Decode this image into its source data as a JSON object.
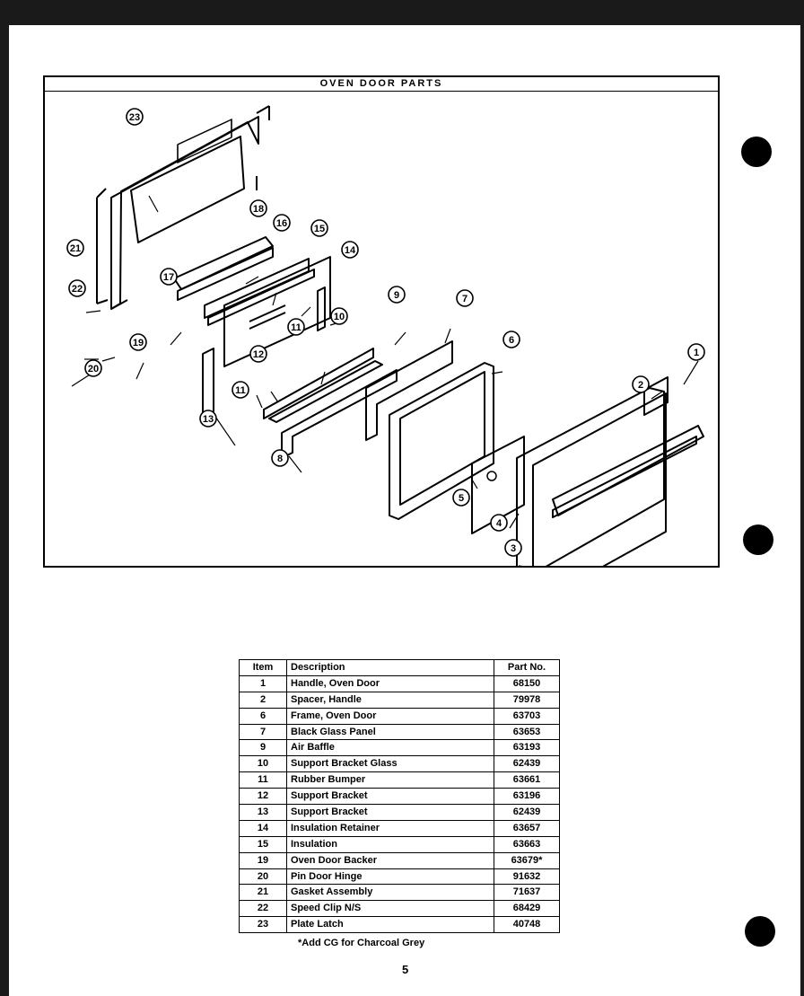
{
  "diagram": {
    "title": "OVEN DOOR PARTS",
    "callouts": [
      "23",
      "21",
      "22",
      "19",
      "17",
      "18",
      "16",
      "15",
      "14",
      "10",
      "11",
      "12",
      "13",
      "11",
      "9",
      "7",
      "6",
      "8",
      "5",
      "4",
      "3",
      "1",
      "2",
      "20"
    ]
  },
  "table": {
    "headers": {
      "item": "Item",
      "description": "Description",
      "part": "Part No."
    },
    "rows": [
      {
        "item": "1",
        "description": "Handle, Oven Door",
        "part": "68150"
      },
      {
        "item": "2",
        "description": "Spacer, Handle",
        "part": "79978"
      },
      {
        "item": "6",
        "description": "Frame, Oven Door",
        "part": "63703"
      },
      {
        "item": "7",
        "description": "Black Glass Panel",
        "part": "63653"
      },
      {
        "item": "9",
        "description": "Air Baffle",
        "part": "63193"
      },
      {
        "item": "10",
        "description": "Support Bracket Glass",
        "part": "62439"
      },
      {
        "item": "11",
        "description": "Rubber Bumper",
        "part": "63661"
      },
      {
        "item": "12",
        "description": "Support Bracket",
        "part": "63196"
      },
      {
        "item": "13",
        "description": "Support Bracket",
        "part": "62439"
      },
      {
        "item": "14",
        "description": "Insulation Retainer",
        "part": "63657"
      },
      {
        "item": "15",
        "description": "Insulation",
        "part": "63663"
      },
      {
        "item": "19",
        "description": "Oven Door Backer",
        "part": "63679*"
      },
      {
        "item": "20",
        "description": "Pin Door Hinge",
        "part": "91632"
      },
      {
        "item": "21",
        "description": "Gasket Assembly",
        "part": "71637"
      },
      {
        "item": "22",
        "description": "Speed Clip N/S",
        "part": "68429"
      },
      {
        "item": "23",
        "description": "Plate Latch",
        "part": "40748"
      }
    ]
  },
  "footnote": "*Add CG for Charcoal Grey",
  "page_number": "5"
}
